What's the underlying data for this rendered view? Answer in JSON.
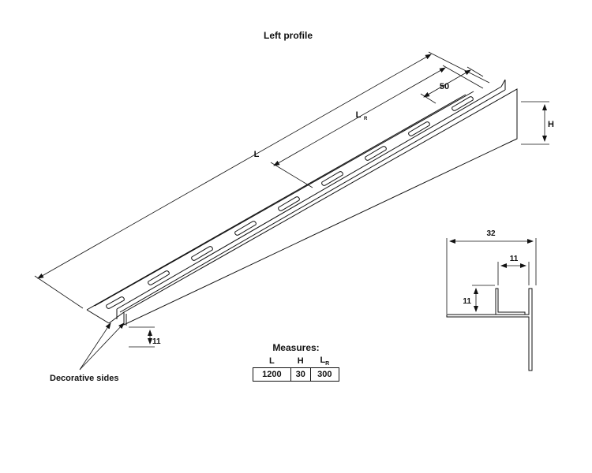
{
  "title": "Left profile",
  "labels": {
    "length": "L",
    "reference_length": "L",
    "reference_length_sub": "R",
    "pitch": "50",
    "height": "H",
    "base_height": "11",
    "decorative_sides": "Decorative sides"
  },
  "section": {
    "width": "32",
    "inner_width": "11",
    "inner_height": "11"
  },
  "measures": {
    "title": "Measures:",
    "headers": [
      "L",
      "H",
      "L",
      "R"
    ],
    "values": [
      "1200",
      "30",
      "300"
    ]
  }
}
